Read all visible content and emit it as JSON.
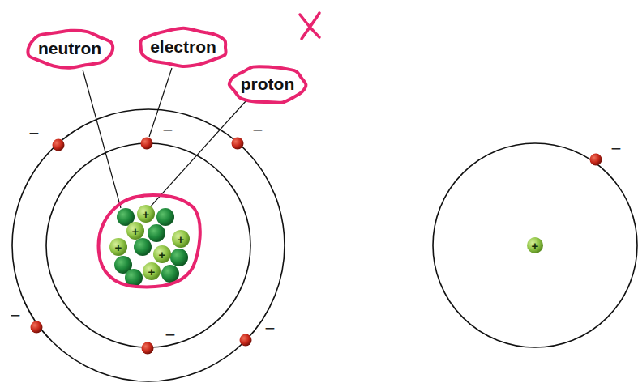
{
  "diagram": {
    "nodes": [
      {
        "text": [
          "neutron"
        ]
      },
      {
        "text": [
          "electron"
        ]
      },
      {
        "text": [
          "proton"
        ]
      }
    ],
    "labels": [
      "−",
      "−",
      "−",
      "+",
      "+",
      "+",
      "+",
      "+",
      "+",
      "−",
      "−",
      "−",
      "+",
      "−"
    ]
  }
}
